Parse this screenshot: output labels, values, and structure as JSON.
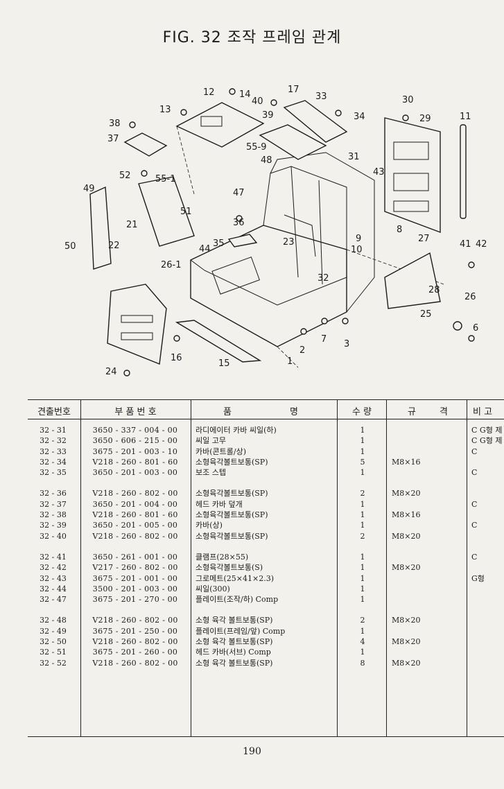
{
  "title": "FIG. 32 조작 프레임 관계",
  "diagram_labels": [
    "12",
    "14",
    "17",
    "33",
    "30",
    "13",
    "40",
    "39",
    "34",
    "29",
    "11",
    "38",
    "37",
    "55-9",
    "48",
    "31",
    "43",
    "52",
    "55-1",
    "49",
    "47",
    "51",
    "21",
    "36",
    "8",
    "27",
    "41",
    "42",
    "50",
    "22",
    "44",
    "35",
    "23",
    "9",
    "10",
    "26-1",
    "32",
    "28",
    "26",
    "25",
    "6",
    "7",
    "3",
    "2",
    "1",
    "16",
    "15",
    "24"
  ],
  "table": {
    "headers": {
      "no": "견출번호",
      "part_number": "부 품 번 호",
      "name_left": "품",
      "name_right": "명",
      "qty": "수 량",
      "spec_left": "규",
      "spec_right": "격",
      "note": "비 고"
    },
    "groups": [
      [
        {
          "no": "32 - 31",
          "part": "3650 - 337 - 004 - 00",
          "name": "라디에이터 카바 씨일(하)",
          "qty": "1",
          "spec": "",
          "note": "C G형 제"
        },
        {
          "no": "32 - 32",
          "part": "3650 - 606 - 215 - 00",
          "name": "씨일 고무",
          "qty": "1",
          "spec": "",
          "note": "C G형 제"
        },
        {
          "no": "32 - 33",
          "part": "3675 - 201 - 003 - 10",
          "name": "카바(콘트롤/상)",
          "qty": "1",
          "spec": "",
          "note": "C"
        },
        {
          "no": "32 - 34",
          "part": "V218 - 260 - 801 - 60",
          "name": "소형육각볼트보통(SP)",
          "qty": "5",
          "spec": "M8×16",
          "note": ""
        },
        {
          "no": "32 - 35",
          "part": "3650 - 201 - 003 - 00",
          "name": "보조 스텝",
          "qty": "1",
          "spec": "",
          "note": "C"
        }
      ],
      [
        {
          "no": "32 - 36",
          "part": "V218 - 260 - 802 - 00",
          "name": "소형육각볼트보통(SP)",
          "qty": "2",
          "spec": "M8×20",
          "note": ""
        },
        {
          "no": "32 - 37",
          "part": "3650 - 201 - 004 - 00",
          "name": "헤드 카바 덮개",
          "qty": "1",
          "spec": "",
          "note": "C"
        },
        {
          "no": "32 - 38",
          "part": "V218 - 260 - 801 - 60",
          "name": "소형육각볼트보통(SP)",
          "qty": "1",
          "spec": "M8×16",
          "note": ""
        },
        {
          "no": "32 - 39",
          "part": "3650 - 201 - 005 - 00",
          "name": "카바(상)",
          "qty": "1",
          "spec": "",
          "note": "C"
        },
        {
          "no": "32 - 40",
          "part": "V218 - 260 - 802 - 00",
          "name": "소형육각볼트보통(SP)",
          "qty": "2",
          "spec": "M8×20",
          "note": ""
        }
      ],
      [
        {
          "no": "32 - 41",
          "part": "3650 - 261 - 001 - 00",
          "name": "클램프(28×55)",
          "qty": "1",
          "spec": "",
          "note": "C"
        },
        {
          "no": "32 - 42",
          "part": "V217 - 260 - 802 - 00",
          "name": "소형육각볼트보통(S)",
          "qty": "1",
          "spec": "M8×20",
          "note": ""
        },
        {
          "no": "32 - 43",
          "part": "3675 - 201 - 001 - 00",
          "name": "그로메트(25×41×2.3)",
          "qty": "1",
          "spec": "",
          "note": "G형"
        },
        {
          "no": "32 - 44",
          "part": "3500 - 201 - 003 - 00",
          "name": "씨일(300)",
          "qty": "1",
          "spec": "",
          "note": ""
        },
        {
          "no": "32 - 47",
          "part": "3675 - 201 - 270 - 00",
          "name": "플레이트(조작/하) Comp",
          "qty": "1",
          "spec": "",
          "note": ""
        }
      ],
      [
        {
          "no": "32 - 48",
          "part": "V218 - 260 - 802 - 00",
          "name": "소형 육각 볼트보통(SP)",
          "qty": "2",
          "spec": "M8×20",
          "note": ""
        },
        {
          "no": "32 - 49",
          "part": "3675 - 201 - 250 - 00",
          "name": "플레이트(프레임/앞) Comp",
          "qty": "1",
          "spec": "",
          "note": ""
        },
        {
          "no": "32 - 50",
          "part": "V218 - 260 - 802 - 00",
          "name": "소형 육각 볼트보통(SP)",
          "qty": "4",
          "spec": "M8×20",
          "note": ""
        },
        {
          "no": "32 - 51",
          "part": "3675 - 201 - 260 - 00",
          "name": "헤드 카바(서브) Comp",
          "qty": "1",
          "spec": "",
          "note": ""
        },
        {
          "no": "32 - 52",
          "part": "V218 - 260 - 802 - 00",
          "name": "소형 육각 볼트보통(SP)",
          "qty": "8",
          "spec": "M8×20",
          "note": ""
        }
      ]
    ]
  },
  "page_number": "190"
}
